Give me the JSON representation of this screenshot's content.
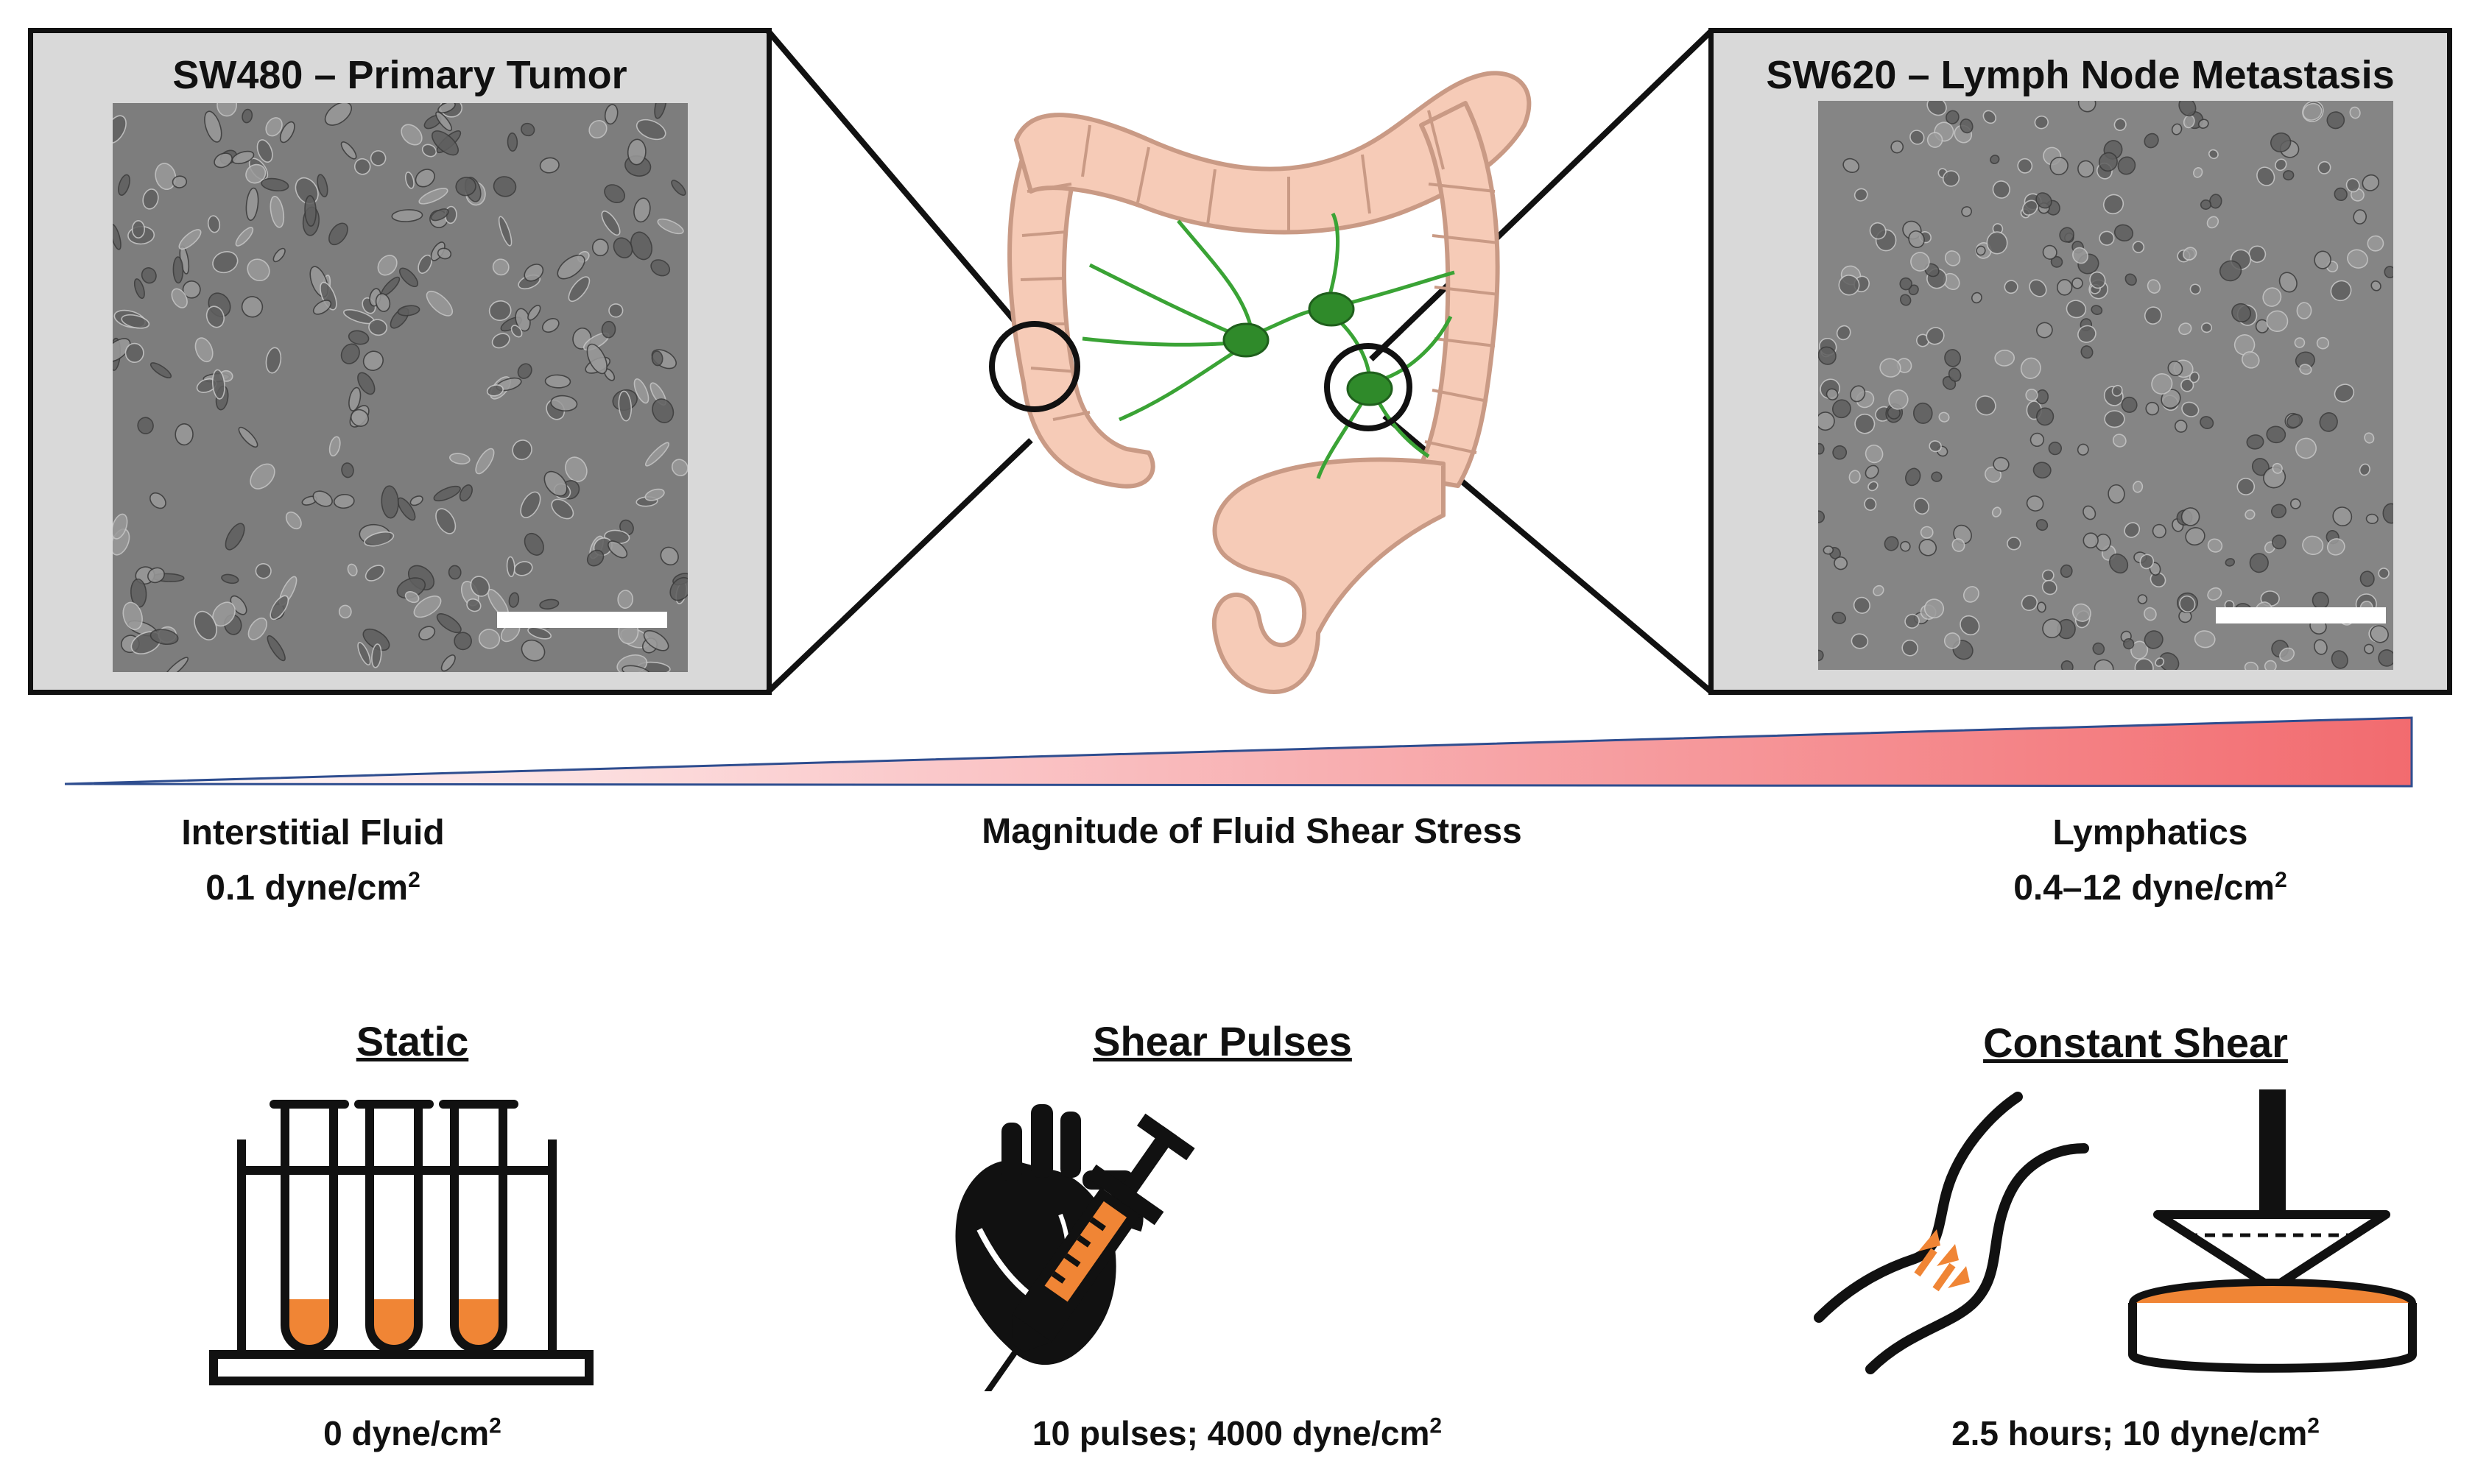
{
  "panels": {
    "left": {
      "title": "SW480 – Primary Tumor",
      "cell_type": "spread",
      "bg": "#7d7d7d"
    },
    "right": {
      "title": "SW620 – Lymph Node Metastasis",
      "cell_type": "rounded",
      "bg": "#858585"
    }
  },
  "gradient": {
    "left_label_line1": "Interstitial Fluid",
    "left_label_line2": "0.1 dyne/cm",
    "center_label": "Magnitude of Fluid Shear Stress",
    "right_label_line1": "Lymphatics",
    "right_label_line2": "0.4–12  dyne/cm",
    "superscript": "2",
    "color_start": "#ffffff",
    "color_end": "#f26b6f",
    "edge_color": "#2e4d8f"
  },
  "conditions": [
    {
      "heading": "Static",
      "value": "0 dyne/cm",
      "superscript": "2",
      "icon": "test-tube-rack-icon"
    },
    {
      "heading": "Shear Pulses",
      "value": "10 pulses; 4000 dyne/cm",
      "superscript": "2",
      "icon": "heart-syringe-icon"
    },
    {
      "heading": "Constant Shear",
      "value": "2.5 hours; 10 dyne/cm",
      "superscript": "2",
      "icon": "vessel-cone-plate-icon"
    }
  ],
  "colors": {
    "accent_orange": "#f08535",
    "colon": "#f6cbb7",
    "colon_outline": "#c99a85",
    "lymph": "#3aa335",
    "lymph_node": "#2f8a2a"
  }
}
